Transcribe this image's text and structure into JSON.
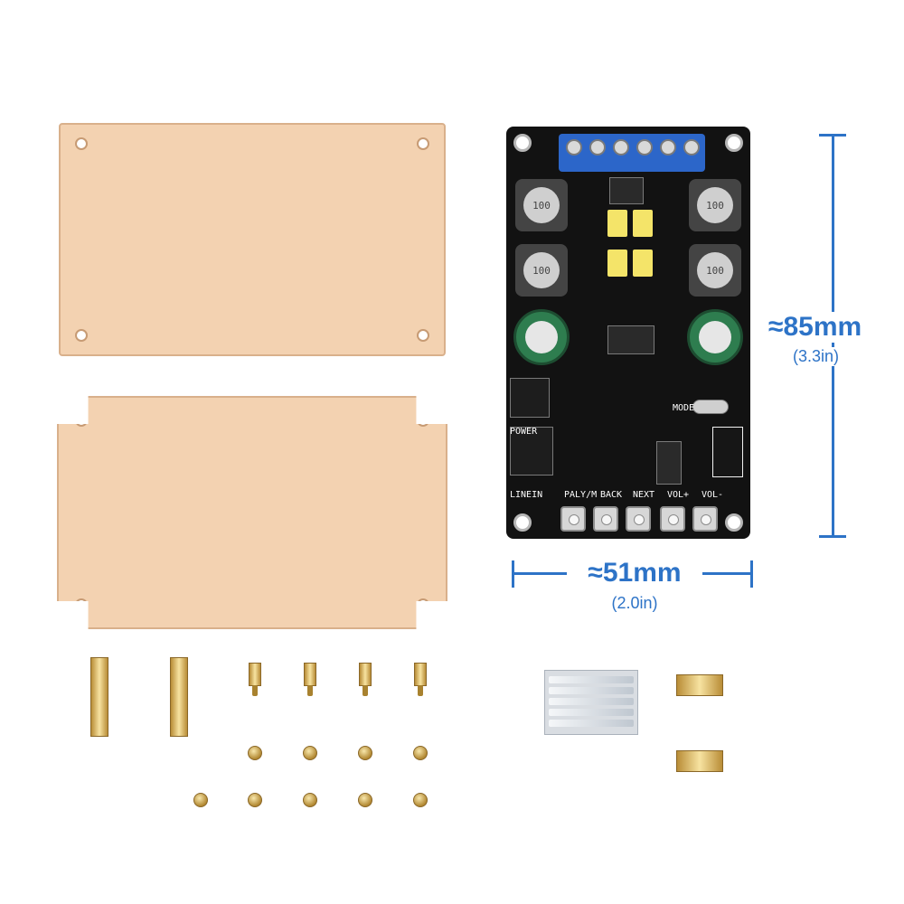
{
  "image": {
    "background": "#ffffff",
    "accent": "#2d73c7"
  },
  "board": {
    "labels": {
      "power": "POWER",
      "line_in": "LINEIN",
      "paly_m": "PALY/M",
      "back": "BACK",
      "next": "NEXT",
      "vol_plus": "VOL+",
      "vol_minus": "VOL-",
      "mode": "MODE",
      "inductor_code": "100"
    }
  },
  "dimensions": {
    "height": {
      "main": "≈85mm",
      "sub": "(3.3in)"
    },
    "width": {
      "main": "≈51mm",
      "sub": "(2.0in)"
    }
  }
}
